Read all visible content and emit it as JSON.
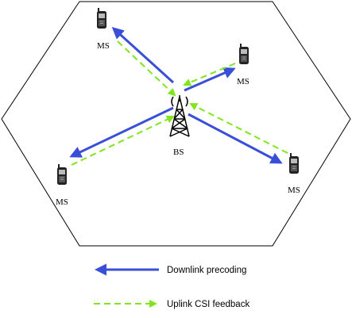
{
  "diagram": {
    "base_station_label": "BS",
    "mobile_station_label": "MS",
    "mobiles": [
      "MS",
      "MS",
      "MS",
      "MS"
    ]
  },
  "legend": {
    "downlink_label": "Downlink precoding",
    "uplink_label": "Uplink CSI feedback"
  },
  "colors": {
    "downlink": "#3a4fd8",
    "uplink": "#7fe61c",
    "cell_outline": "#000000"
  }
}
